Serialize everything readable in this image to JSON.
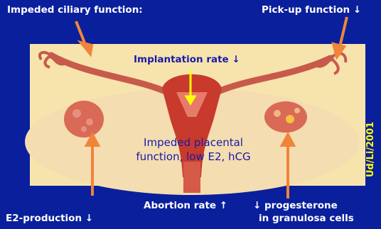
{
  "labels": {
    "ciliary": "Impeded ciliary function:",
    "pickup": "Pick-up function ↓",
    "implantation": "Implantation rate ↓",
    "placental_line1": "Impeded placental",
    "placental_line2": "function, low E2, hCG",
    "e2": "E2-production ↓",
    "abortion": "Abortion rate ↑",
    "progesterone_line1": "↓ progesterone",
    "progesterone_line2": "in granulosa cells",
    "credit": "Ud/Li/2001"
  },
  "colors": {
    "background": "#0a1f9c",
    "arrow_orange": "#f0843a",
    "arrow_yellow": "#ffff00",
    "panel": "#f7e4ad",
    "uterus": "#c73a2c",
    "ovary": "#d96a55"
  }
}
